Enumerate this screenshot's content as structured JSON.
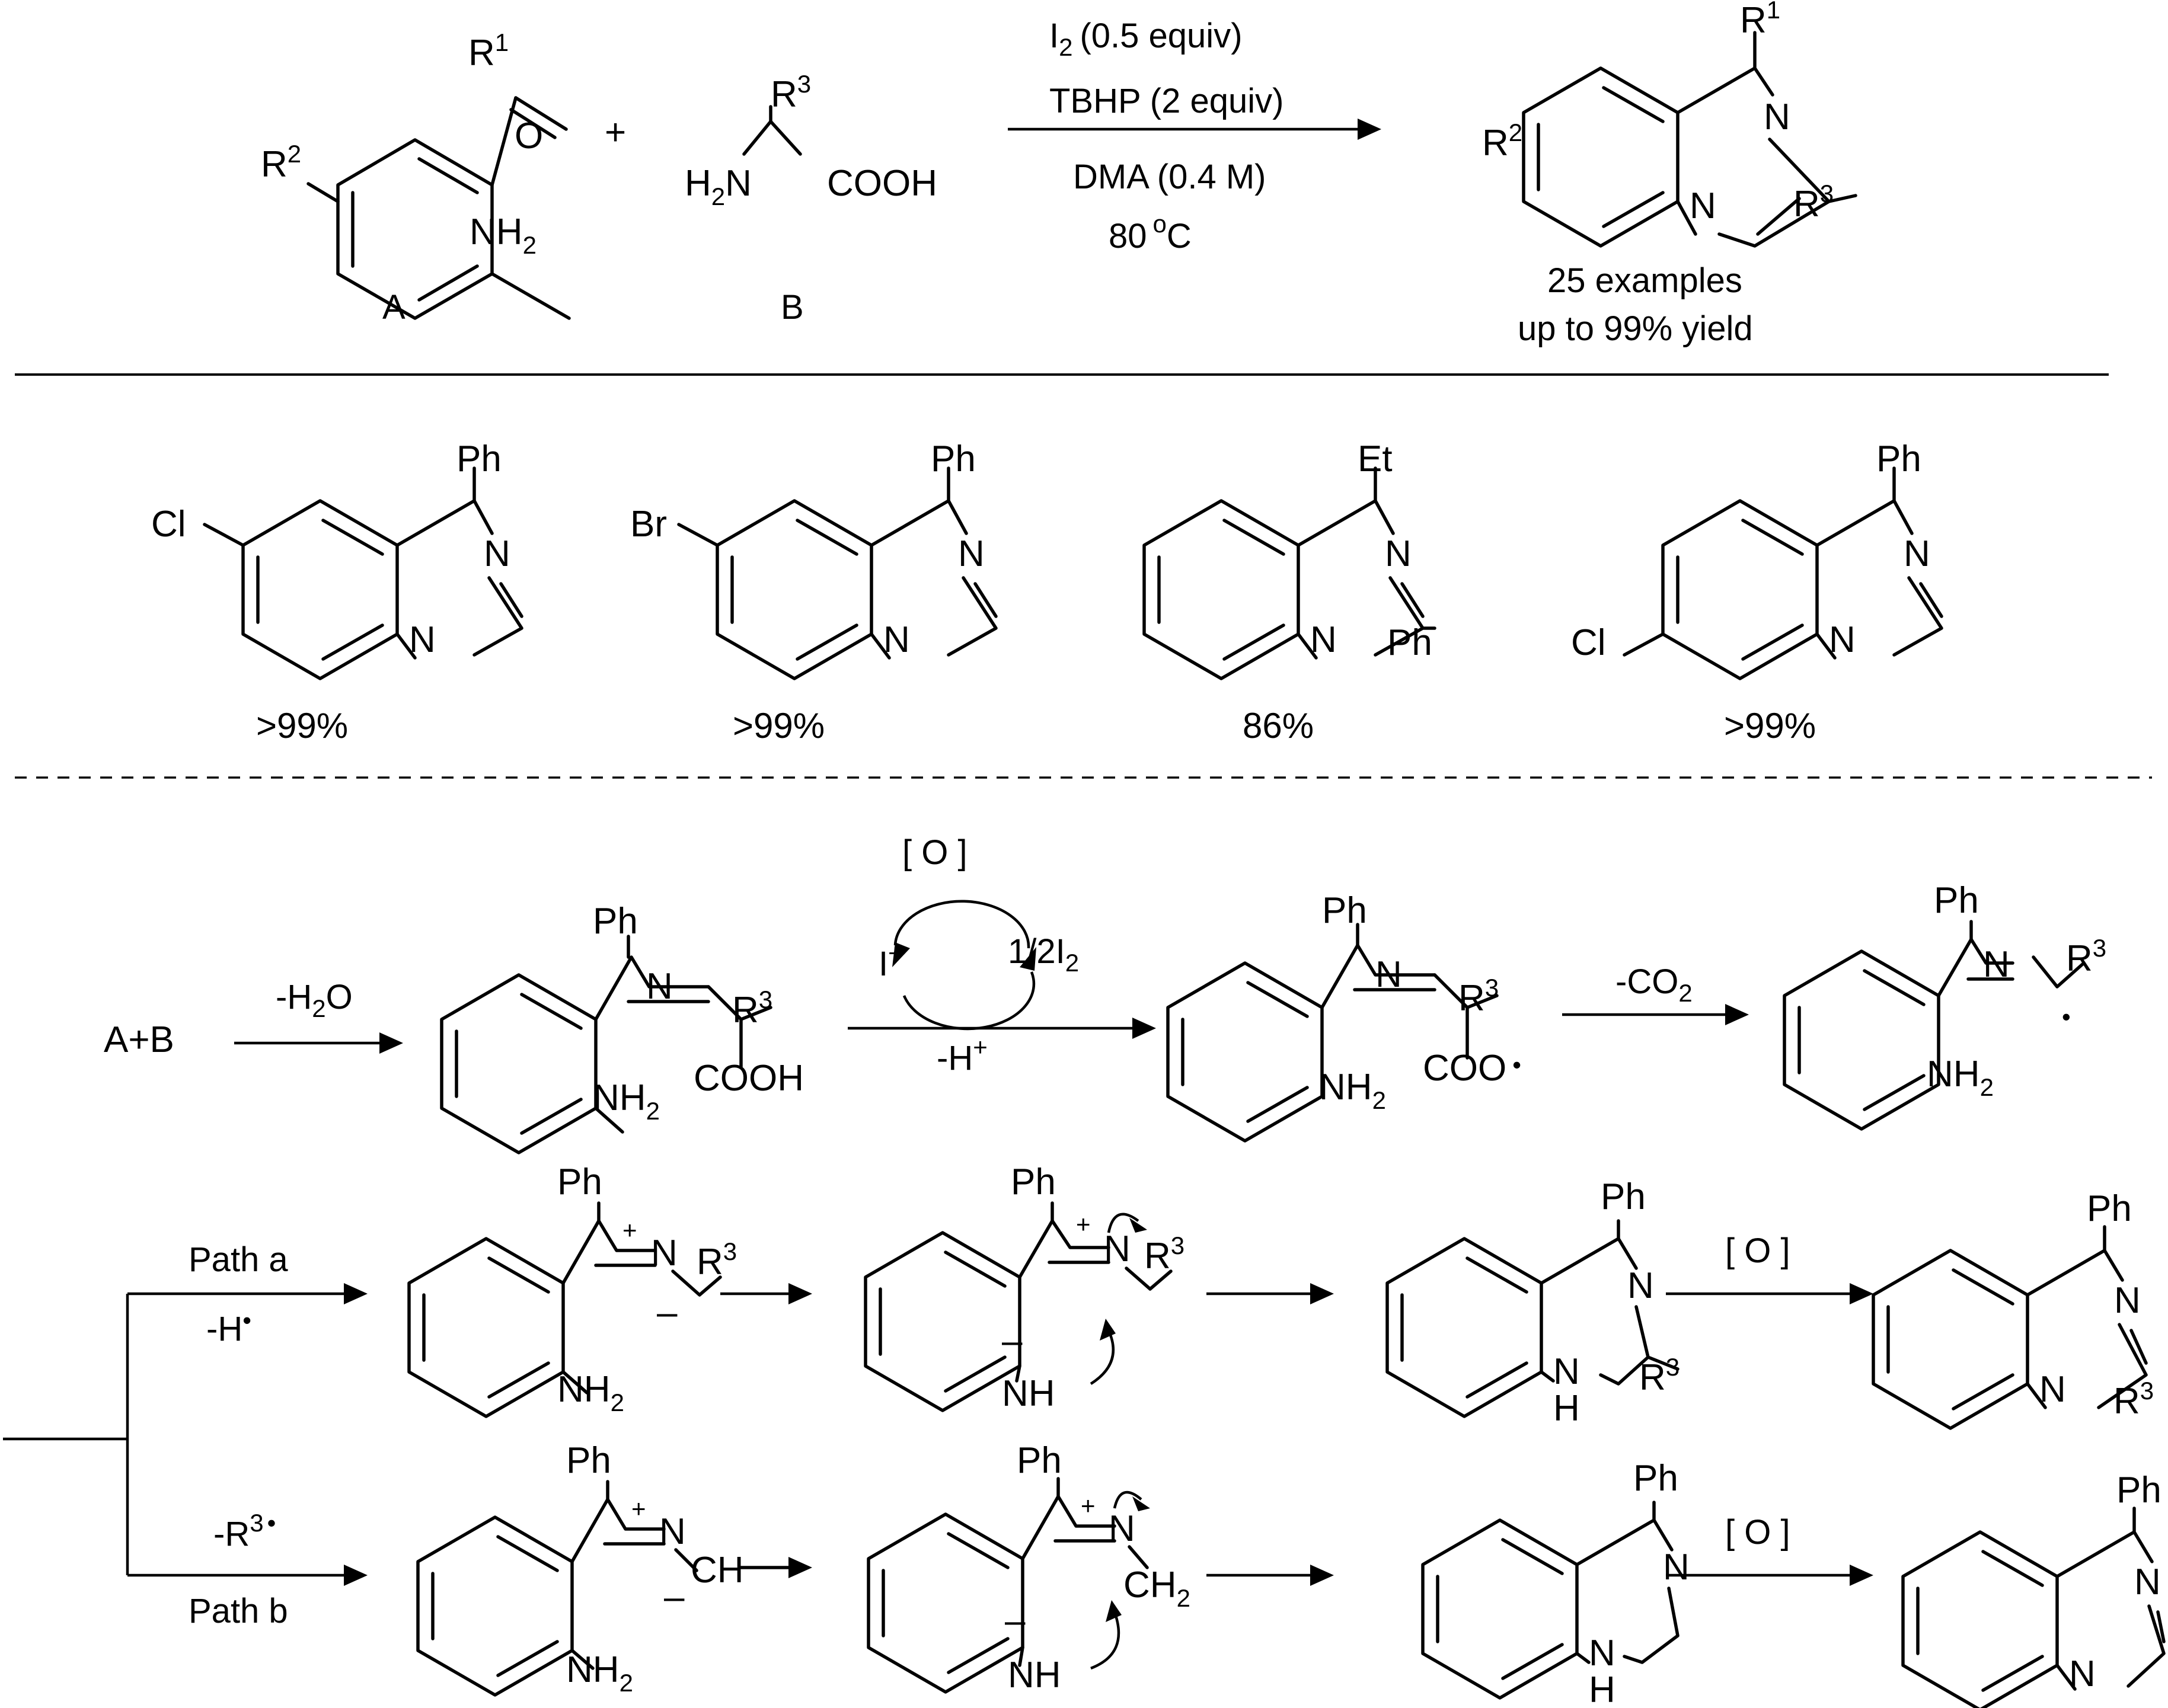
{
  "reaction": {
    "reactant_a_label": "A",
    "reactant_b_label": "B",
    "plus": "+",
    "conditions": [
      "I",
      "(0.5 equiv)",
      "TBHP (2 equiv)",
      "DMA (0.4 M)",
      "80",
      "C"
    ],
    "summary": [
      "25 examples",
      "up to 99% yield"
    ]
  },
  "atoms": {
    "R": "R",
    "one": "1",
    "two": "2",
    "three": "3",
    "O": "O",
    "N": "N",
    "H": "H",
    "NH": "NH",
    "NH2": "NH",
    "H2N": "H",
    "COOH": "COOH",
    "COO": "COO",
    "Ph": "Ph",
    "Et": "Et",
    "Cl": "Cl",
    "Br": "Br",
    "plus": "+",
    "minus": "–",
    "dot": "•",
    "o": "o",
    "CH": "CH",
    "CH2": "CH",
    "Isub": "I"
  },
  "examples": [
    {
      "substituent": "Cl",
      "top": "Ph",
      "yield": ">99%"
    },
    {
      "substituent": "Br",
      "top": "Ph",
      "yield": ">99%"
    },
    {
      "substituent": "",
      "top": "Et",
      "c2": "Ph",
      "yield": "86%"
    },
    {
      "substituent": "Cl",
      "top": "Ph",
      "yield": ">99%"
    }
  ],
  "mechanism": {
    "start": "A+B",
    "minus_water": "-H",
    "water_O": "O",
    "oxidant": "O",
    "iodine_plus": "I",
    "half_iodine": "1/2I",
    "minus_proton": "-H",
    "minus_co2": "-CO",
    "path_a": "Path a",
    "path_a_loss": "-H",
    "path_b": "Path b",
    "path_b_loss": "-R"
  }
}
